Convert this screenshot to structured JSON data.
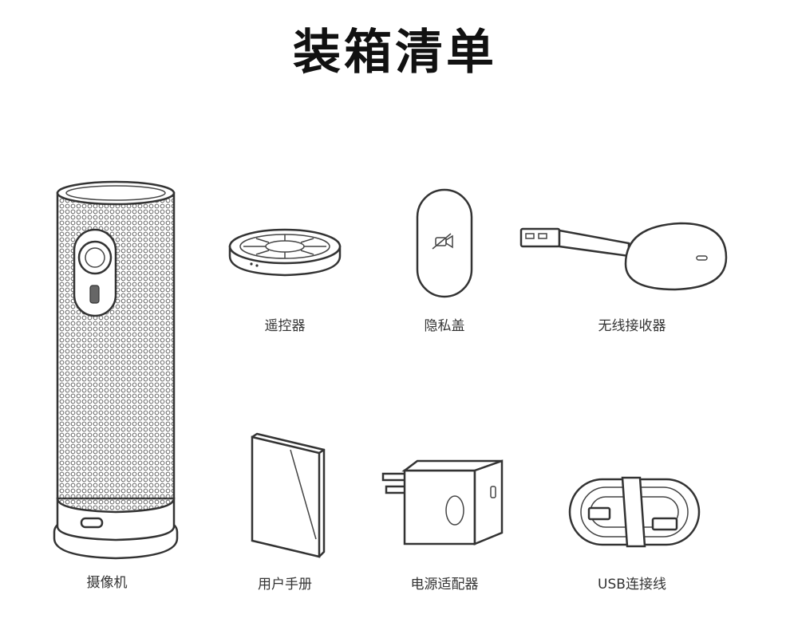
{
  "title": "装箱清单",
  "items": [
    {
      "label": "摄像机",
      "icon": "camera-icon"
    },
    {
      "label": "遥控器",
      "icon": "remote-control-icon"
    },
    {
      "label": "隐私盖",
      "icon": "privacy-cover-icon"
    },
    {
      "label": "无线接收器",
      "icon": "wireless-receiver-icon"
    },
    {
      "label": "用户手册",
      "icon": "user-manual-icon"
    },
    {
      "label": "电源适配器",
      "icon": "power-adapter-icon"
    },
    {
      "label": "USB连接线",
      "icon": "usb-cable-icon"
    }
  ]
}
